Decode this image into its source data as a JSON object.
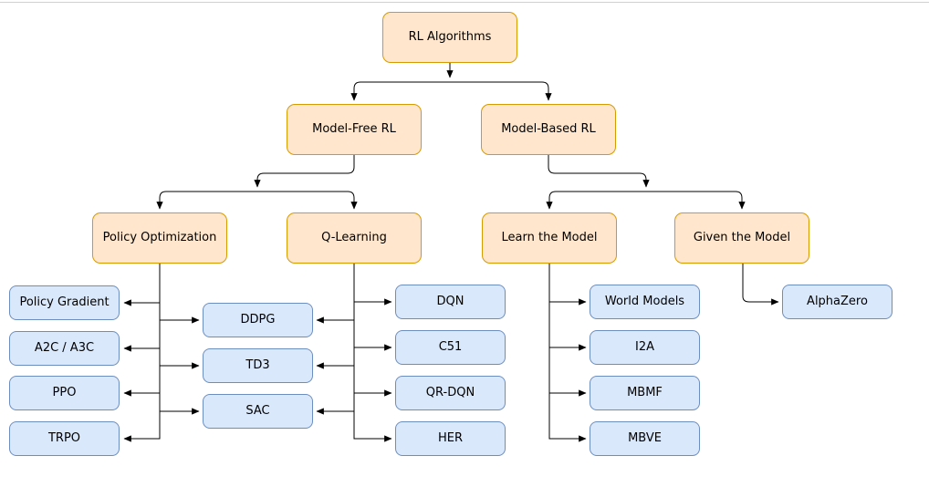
{
  "diagram": {
    "nodes": {
      "root": "RL Algorithms",
      "model_free": "Model-Free RL",
      "model_based": "Model-Based RL",
      "policy_optimization": "Policy Optimization",
      "q_learning": "Q-Learning",
      "learn_the_model": "Learn the Model",
      "given_the_model": "Given the Model",
      "policy_optimization_children": [
        "Policy Gradient",
        "A2C / A3C",
        "PPO",
        "TRPO"
      ],
      "shared_children": [
        "DDPG",
        "TD3",
        "SAC"
      ],
      "q_learning_children": [
        "DQN",
        "C51",
        "QR-DQN",
        "HER"
      ],
      "learn_the_model_children": [
        "World Models",
        "I2A",
        "MBMF",
        "MBVE"
      ],
      "given_the_model_children": [
        "AlphaZero"
      ]
    },
    "colors": {
      "category_fill": "#FFE6CC",
      "category_border": "#D79B00",
      "leaf_fill": "#DAE8FC",
      "leaf_border": "#6C8EBF",
      "connector": "#000000",
      "text": "#000000",
      "top_divider": "#d0d0d0"
    }
  }
}
